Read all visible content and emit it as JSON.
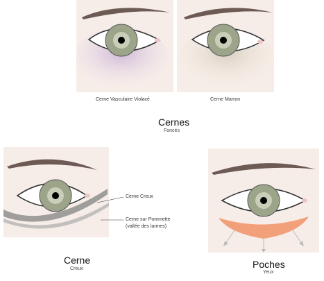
{
  "labels": {
    "violet_caption": "Cerne Vasculaire Violacé",
    "brown_caption": "Cerne Marron",
    "center_title": "Cernes",
    "center_subtitle": "Foncés",
    "hollow_line1": "Cerne Creux",
    "hollow_line2": "Cerne sur Pommette",
    "hollow_line3": "(vallée des larmes)",
    "hollow_title": "Cerne",
    "hollow_subtitle": "Creux",
    "bags_title": "Poches",
    "bags_subtitle": "Yeux"
  },
  "colors": {
    "skin": "#f8eee7",
    "violet_shadow": "#d9c6e0",
    "brown_shadow": "#e1dacf",
    "iris": "#9ca48a",
    "eyebrow": "#6d5a54",
    "bag_fill": "#f2a07a"
  }
}
